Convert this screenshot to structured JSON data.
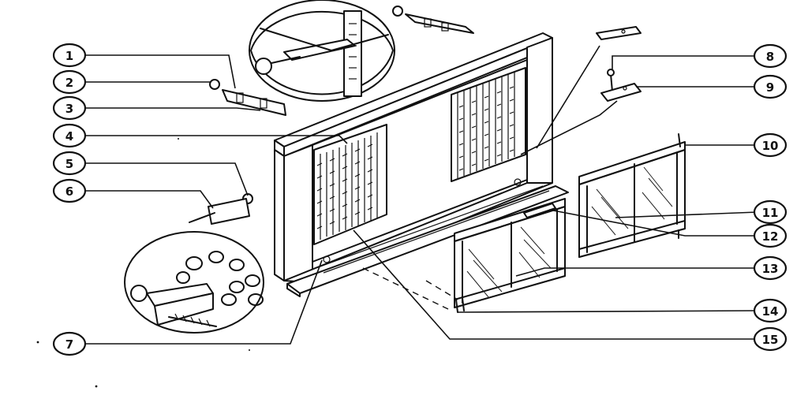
{
  "diagram": {
    "callouts": [
      {
        "id": "c1",
        "label": "1"
      },
      {
        "id": "c2",
        "label": "2"
      },
      {
        "id": "c3",
        "label": "3"
      },
      {
        "id": "c4",
        "label": "4"
      },
      {
        "id": "c5",
        "label": "5"
      },
      {
        "id": "c6",
        "label": "6"
      },
      {
        "id": "c7",
        "label": "7"
      },
      {
        "id": "c8",
        "label": "8"
      },
      {
        "id": "c9",
        "label": "9"
      },
      {
        "id": "c10",
        "label": "10"
      },
      {
        "id": "c11",
        "label": "11"
      },
      {
        "id": "c12",
        "label": "12"
      },
      {
        "id": "c13",
        "label": "13"
      },
      {
        "id": "c14",
        "label": "14"
      },
      {
        "id": "c15",
        "label": "15"
      }
    ],
    "colors": {
      "ink": "#111111",
      "paper": "#ffffff"
    }
  }
}
